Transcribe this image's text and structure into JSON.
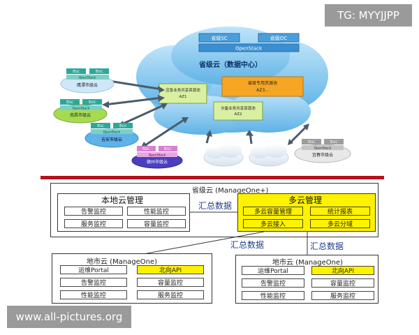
{
  "watermark_top": "TG: MYYJJPP",
  "watermark_bottom": "www.all-pictures.org",
  "colors": {
    "cloud_blue": "#7fc4ef",
    "stack_green": "#2aa99a",
    "highlight_yellow": "#fff200",
    "orange": "#f6a623",
    "divider_red": "#b5121b",
    "label_blue": "#1e3d8f"
  },
  "top": {
    "central": {
      "sc": "省级SC",
      "oc": "省级OC",
      "openstack": "OpenStack",
      "title": "省级云（数据中心）",
      "az1_line1": "应急业务共享资源池",
      "az1_line2": "AZ1",
      "dedicated_line1": "省级专用资源池",
      "dedicated_line2": "AZ3...",
      "az2_line1": "灾备业务共享资源池",
      "az2_line2": "AZ2"
    },
    "city_clouds": [
      {
        "sc": "市SC",
        "oc": "市OC",
        "openstack": "OpenStack",
        "name": "鹰潭市级云"
      },
      {
        "sc": "市SC",
        "oc": "市OC",
        "openstack": "OpenStack",
        "name": "南昌市级云"
      },
      {
        "sc": "市SC",
        "oc": "市OC",
        "openstack": "OpenStack",
        "name": "吉安市级云"
      },
      {
        "sc": "市SC",
        "oc": "市OC",
        "openstack": "OpenStack",
        "name": "赣州市级云"
      },
      {
        "sc": "市SC",
        "oc": "市OC",
        "openstack": "OpenStack",
        "name": "宜春市级云"
      }
    ]
  },
  "bottom": {
    "province_title": "省级云 (ManageOne+)",
    "local_mgmt": {
      "title": "本地云管理",
      "items": [
        "告警监控",
        "性能监控",
        "服务监控",
        "容量监控"
      ]
    },
    "multi_mgmt": {
      "title": "多云管理",
      "items": [
        "多云容量管理",
        "统计报表",
        "多云接入",
        "多云分域"
      ]
    },
    "summary_label": "汇总数据",
    "city_left": {
      "title": "地市云 (ManageOne)",
      "items": [
        "运维Portal",
        "北向API",
        "告警监控",
        "容量监控",
        "性能监控",
        "服务监控"
      ]
    },
    "city_right": {
      "title": "地市云 (ManageOne)",
      "items": [
        "运维Portal",
        "北向API",
        "告警监控",
        "容量监控",
        "性能监控",
        "服务监控"
      ]
    }
  }
}
